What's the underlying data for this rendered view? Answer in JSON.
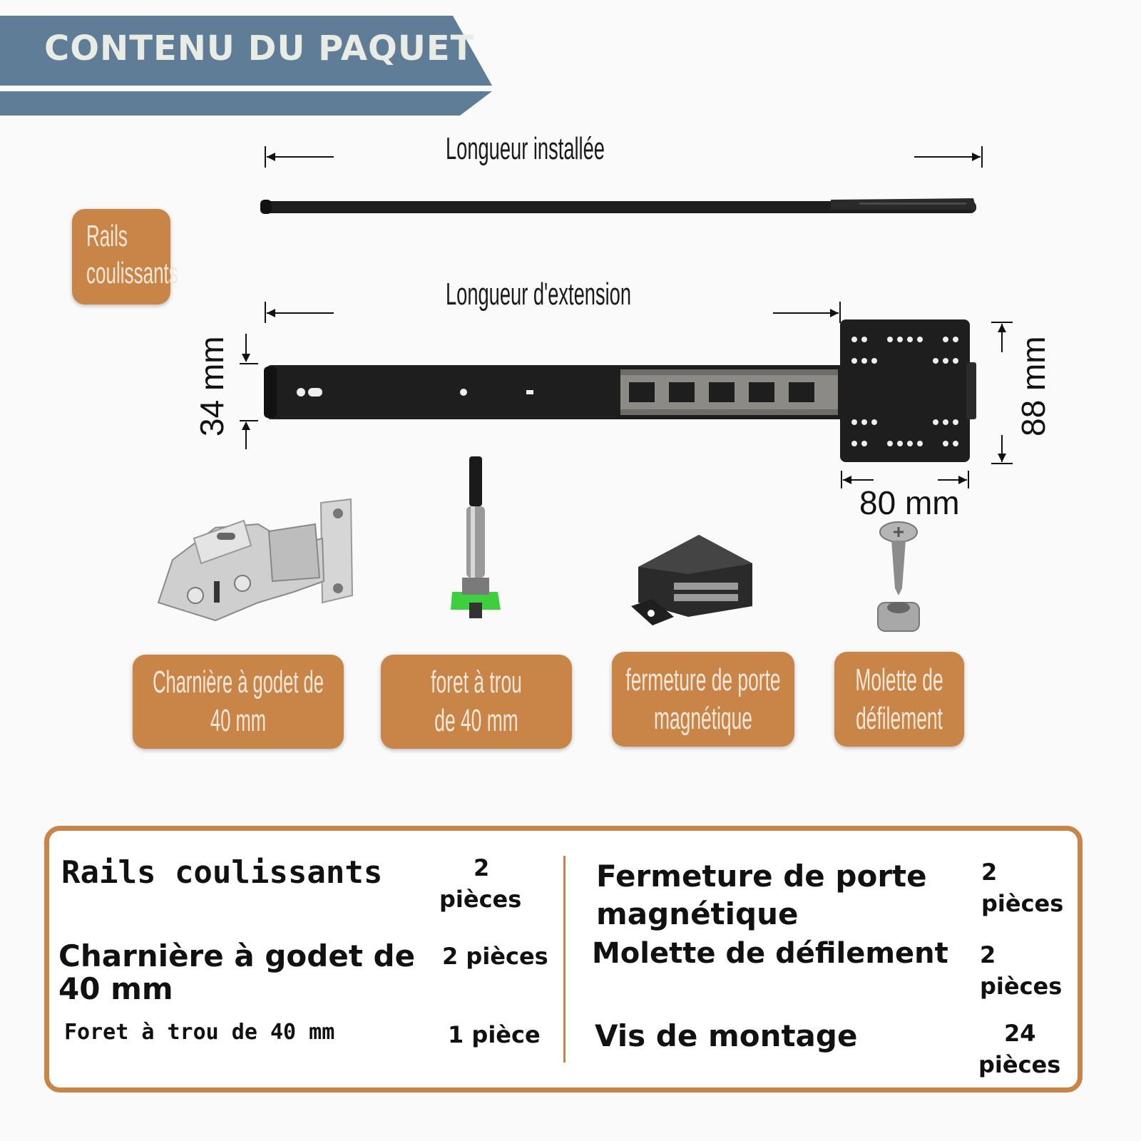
{
  "header": {
    "title": "CONTENU DU PAQUET"
  },
  "labels": {
    "installed_length": "Longueur installée",
    "extension_length": "Longueur d'extension",
    "rails_tag_line1": "Rails",
    "rails_tag_line2": "coulissants",
    "dim_34": "34 mm",
    "dim_88": "88 mm",
    "dim_80": "80 mm"
  },
  "products": [
    {
      "line1": "Charnière à godet de",
      "line2": "40 mm"
    },
    {
      "line1": "foret à trou",
      "line2": "de 40 mm"
    },
    {
      "line1": "fermeture de porte",
      "line2": "magnétique"
    },
    {
      "line1": "Molette de",
      "line2": "défilement"
    }
  ],
  "table": {
    "left": [
      {
        "name": "Rails coulissants",
        "qty_line1": "2",
        "qty_line2": "pièces"
      },
      {
        "name_line1": "Charnière à godet de",
        "name_line2": "40 mm",
        "qty": "2 pièces"
      },
      {
        "name": "Foret à trou de 40 mm",
        "qty": "1 pièce"
      }
    ],
    "right": [
      {
        "name_line1": "Fermeture de porte",
        "name_line2": "magnétique",
        "qty_line1": "2",
        "qty_line2": "pièces"
      },
      {
        "name": "Molette de défilement",
        "qty_line1": "2",
        "qty_line2": "pièces"
      },
      {
        "name": "Vis de montage",
        "qty_line1": "24",
        "qty_line2": "pièces"
      }
    ]
  },
  "colors": {
    "banner": "#5f7d96",
    "accent": "#c98547",
    "rail": "#1e1e1e"
  }
}
